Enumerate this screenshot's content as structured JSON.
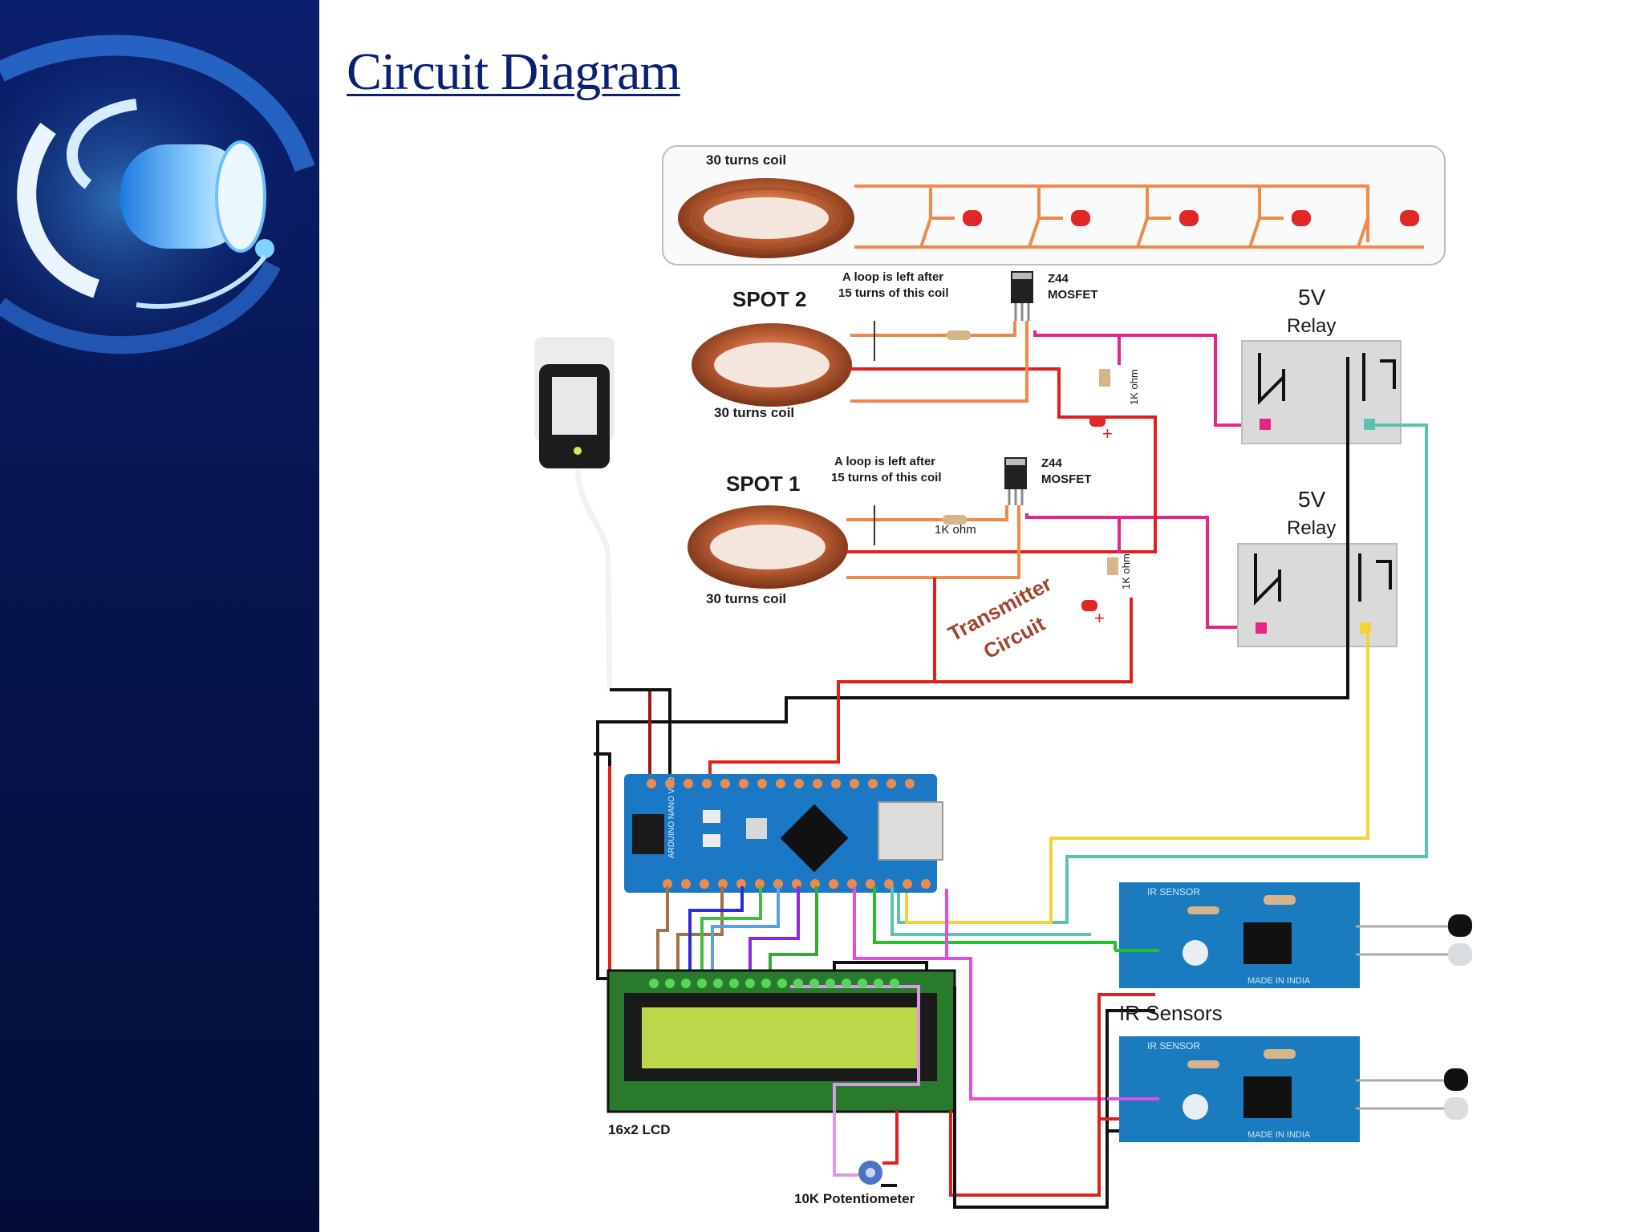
{
  "title": "Circuit Diagram",
  "colors": {
    "sidebar": "#071652",
    "title": "#0b1f73",
    "wire_red": "#e0201f",
    "wire_black": "#111111",
    "wire_orange": "#f08a4b",
    "wire_pink": "#e8238a",
    "wire_yellow": "#f2d43a",
    "wire_teal": "#5cc2b0",
    "arduino": "#1b78c4",
    "lcd_screen": "#bcd84a"
  },
  "labels": {
    "top_coil": "30 turns coil",
    "spot2": "SPOT 2",
    "spot2_coil": "30 turns coil",
    "spot2_loop1": "A loop is left after",
    "spot2_loop2": "15 turns of this coil",
    "spot1": "SPOT 1",
    "spot1_coil": "30 turns coil",
    "spot1_loop1": "A loop is left after",
    "spot1_loop2": "15 turns of this coil",
    "mosfet_a_1": "Z44",
    "mosfet_a_2": "MOSFET",
    "mosfet_b_1": "Z44",
    "mosfet_b_2": "MOSFET",
    "relay1_a": "5V",
    "relay1_b": "Relay",
    "relay2_a": "5V",
    "relay2_b": "Relay",
    "resistor_1k_a": "1K ohm",
    "resistor_1k_b": "1K ohm",
    "resistor_1k_c": "1K ohm",
    "transmitter1": "Transmitter",
    "transmitter2": "Circuit",
    "ir_sensors": "IR Sensors",
    "ir_board_text": "IR SENSOR",
    "ir_made": "MADE IN INDIA",
    "lcd": "16x2 LCD",
    "potentiometer": "10K Potentiometer",
    "arduino_text": "ARDUINO NANO V3.0"
  },
  "icons": {
    "logo": "swirl-c-logo-icon",
    "adapter": "power-adapter-icon"
  }
}
